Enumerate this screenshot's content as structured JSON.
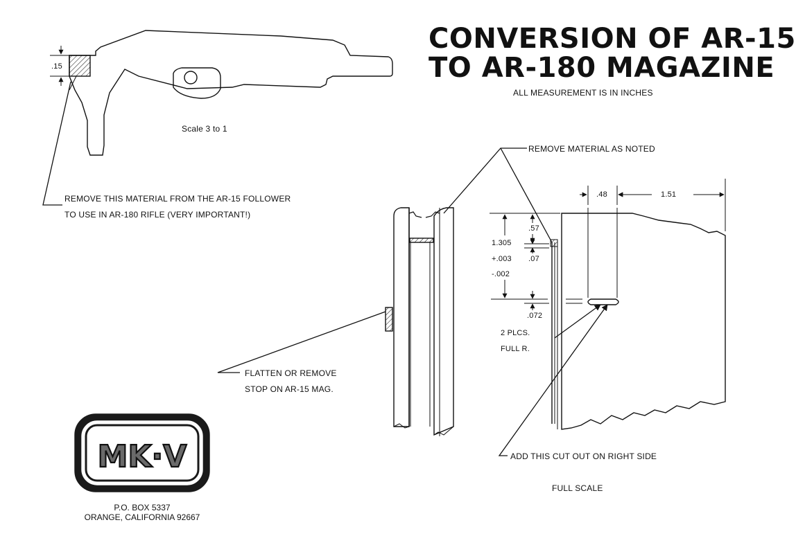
{
  "title_line1": "CONVERSION OF AR-15",
  "title_line2": "TO AR-180 MAGAZINE",
  "subtitle": "ALL MEASUREMENT IS IN INCHES",
  "follower": {
    "dim_thickness": ".15",
    "scale": "Scale 3 to 1",
    "note_line1": "REMOVE THIS MATERIAL FROM THE AR-15 FOLLOWER",
    "note_line2": "TO USE IN AR-180 RIFLE (VERY IMPORTANT!)"
  },
  "magazine": {
    "remove_note": "REMOVE MATERIAL AS NOTED",
    "flatten_line1": "FLATTEN OR REMOVE",
    "flatten_line2": "STOP ON AR-15 MAG.",
    "add_cutout": "ADD THIS CUT OUT ON RIGHT SIDE",
    "full_scale": "FULL SCALE"
  },
  "dimensions": {
    "d048": ".48",
    "d151": "1.51",
    "d057": ".57",
    "d1305": "1.305",
    "tol_plus": "+.003",
    "tol_minus": "-.002",
    "d007": ".07",
    "d0072": ".072",
    "plcs": "2 PLCS.",
    "full_r": "FULL R."
  },
  "logo": {
    "text": "MK·V"
  },
  "address": {
    "line1": "P.O. BOX 5337",
    "line2": "ORANGE, CALIFORNIA 92667"
  }
}
